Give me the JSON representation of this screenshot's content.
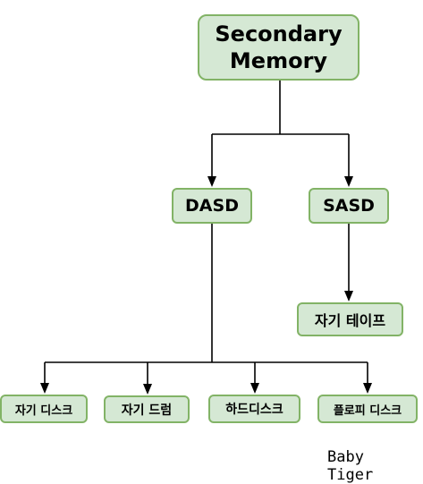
{
  "diagram": {
    "root": "Secondary\nMemory",
    "dasd": "DASD",
    "sasd": "SASD",
    "sasd_child": "자기 테이프",
    "dasd_children": [
      "자기 디스크",
      "자기 드럼",
      "하드디스크",
      "플로피 디스크"
    ]
  },
  "watermark": "Baby Tiger",
  "colors": {
    "node_fill": "#d5e8d4",
    "node_border": "#82b366",
    "edge": "#000000"
  }
}
